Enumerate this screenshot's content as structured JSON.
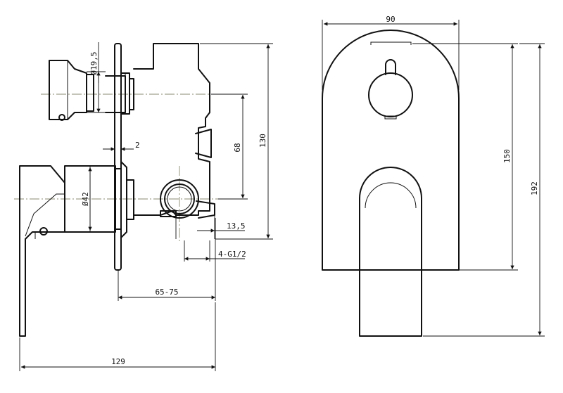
{
  "drawing": {
    "side_view": {
      "dimensions": {
        "handle_dia": "Ø19,5",
        "plate_gap": "2",
        "body_dia": "Ø42",
        "center_height": "68",
        "body_height": "130",
        "port_offset": "13,5",
        "port_thread": "4-G1/2",
        "wall_depth": "65-75",
        "total_depth": "129"
      }
    },
    "front_view": {
      "dimensions": {
        "plate_width": "90",
        "plate_height": "150",
        "total_height": "192"
      }
    }
  }
}
